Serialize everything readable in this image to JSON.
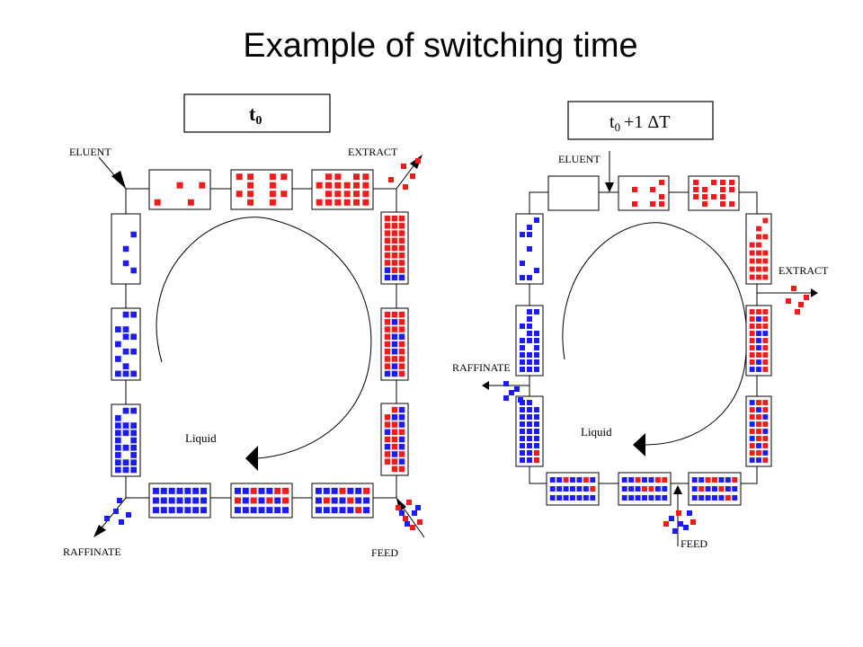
{
  "title": "Example of switching time",
  "colors": {
    "red": "#ee1c1c",
    "blue": "#1c1cee",
    "frame": "#000000"
  },
  "left_panel": {
    "time_label": "t",
    "time_sub": "0",
    "labels": {
      "eluent": "ELUENT",
      "extract": "EXTRACT",
      "raffinate": "RAFFINATE",
      "feed": "FEED",
      "liquid": "Liquid"
    }
  },
  "right_panel": {
    "time_label": "t",
    "time_sub": "0",
    "time_suffix": "+1 ΔT",
    "labels": {
      "eluent": "ELUENT",
      "extract": "EXTRACT",
      "raffinate": "RAFFINATE",
      "feed": "FEED",
      "liquid": "Liquid"
    }
  }
}
